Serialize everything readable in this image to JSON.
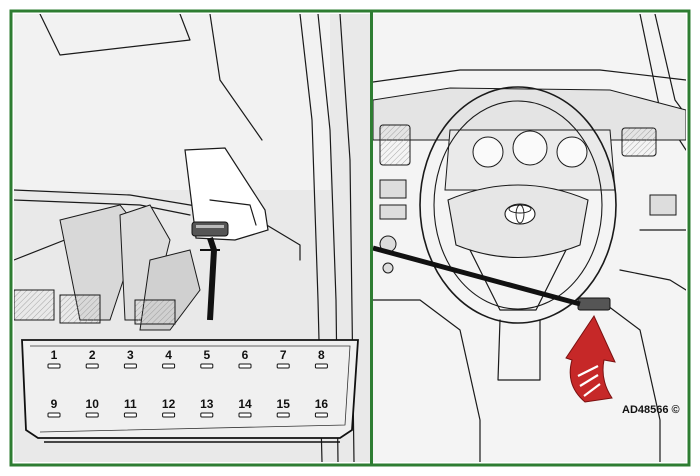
{
  "connector": {
    "pins_top": [
      "1",
      "2",
      "3",
      "4",
      "5",
      "6",
      "7",
      "8"
    ],
    "pins_bottom": [
      "9",
      "10",
      "11",
      "12",
      "13",
      "14",
      "15",
      "16"
    ]
  },
  "reference_code": "AD48566 ©",
  "colors": {
    "border": "#2e7d32",
    "panel_fill": "#e9e9e9",
    "line": "#1a1a1a",
    "arrow_red": "#c62828"
  },
  "icons": {
    "location_arrow": "red-curved-arrow-icon",
    "brand_emblem": "toyota-emblem-icon"
  }
}
